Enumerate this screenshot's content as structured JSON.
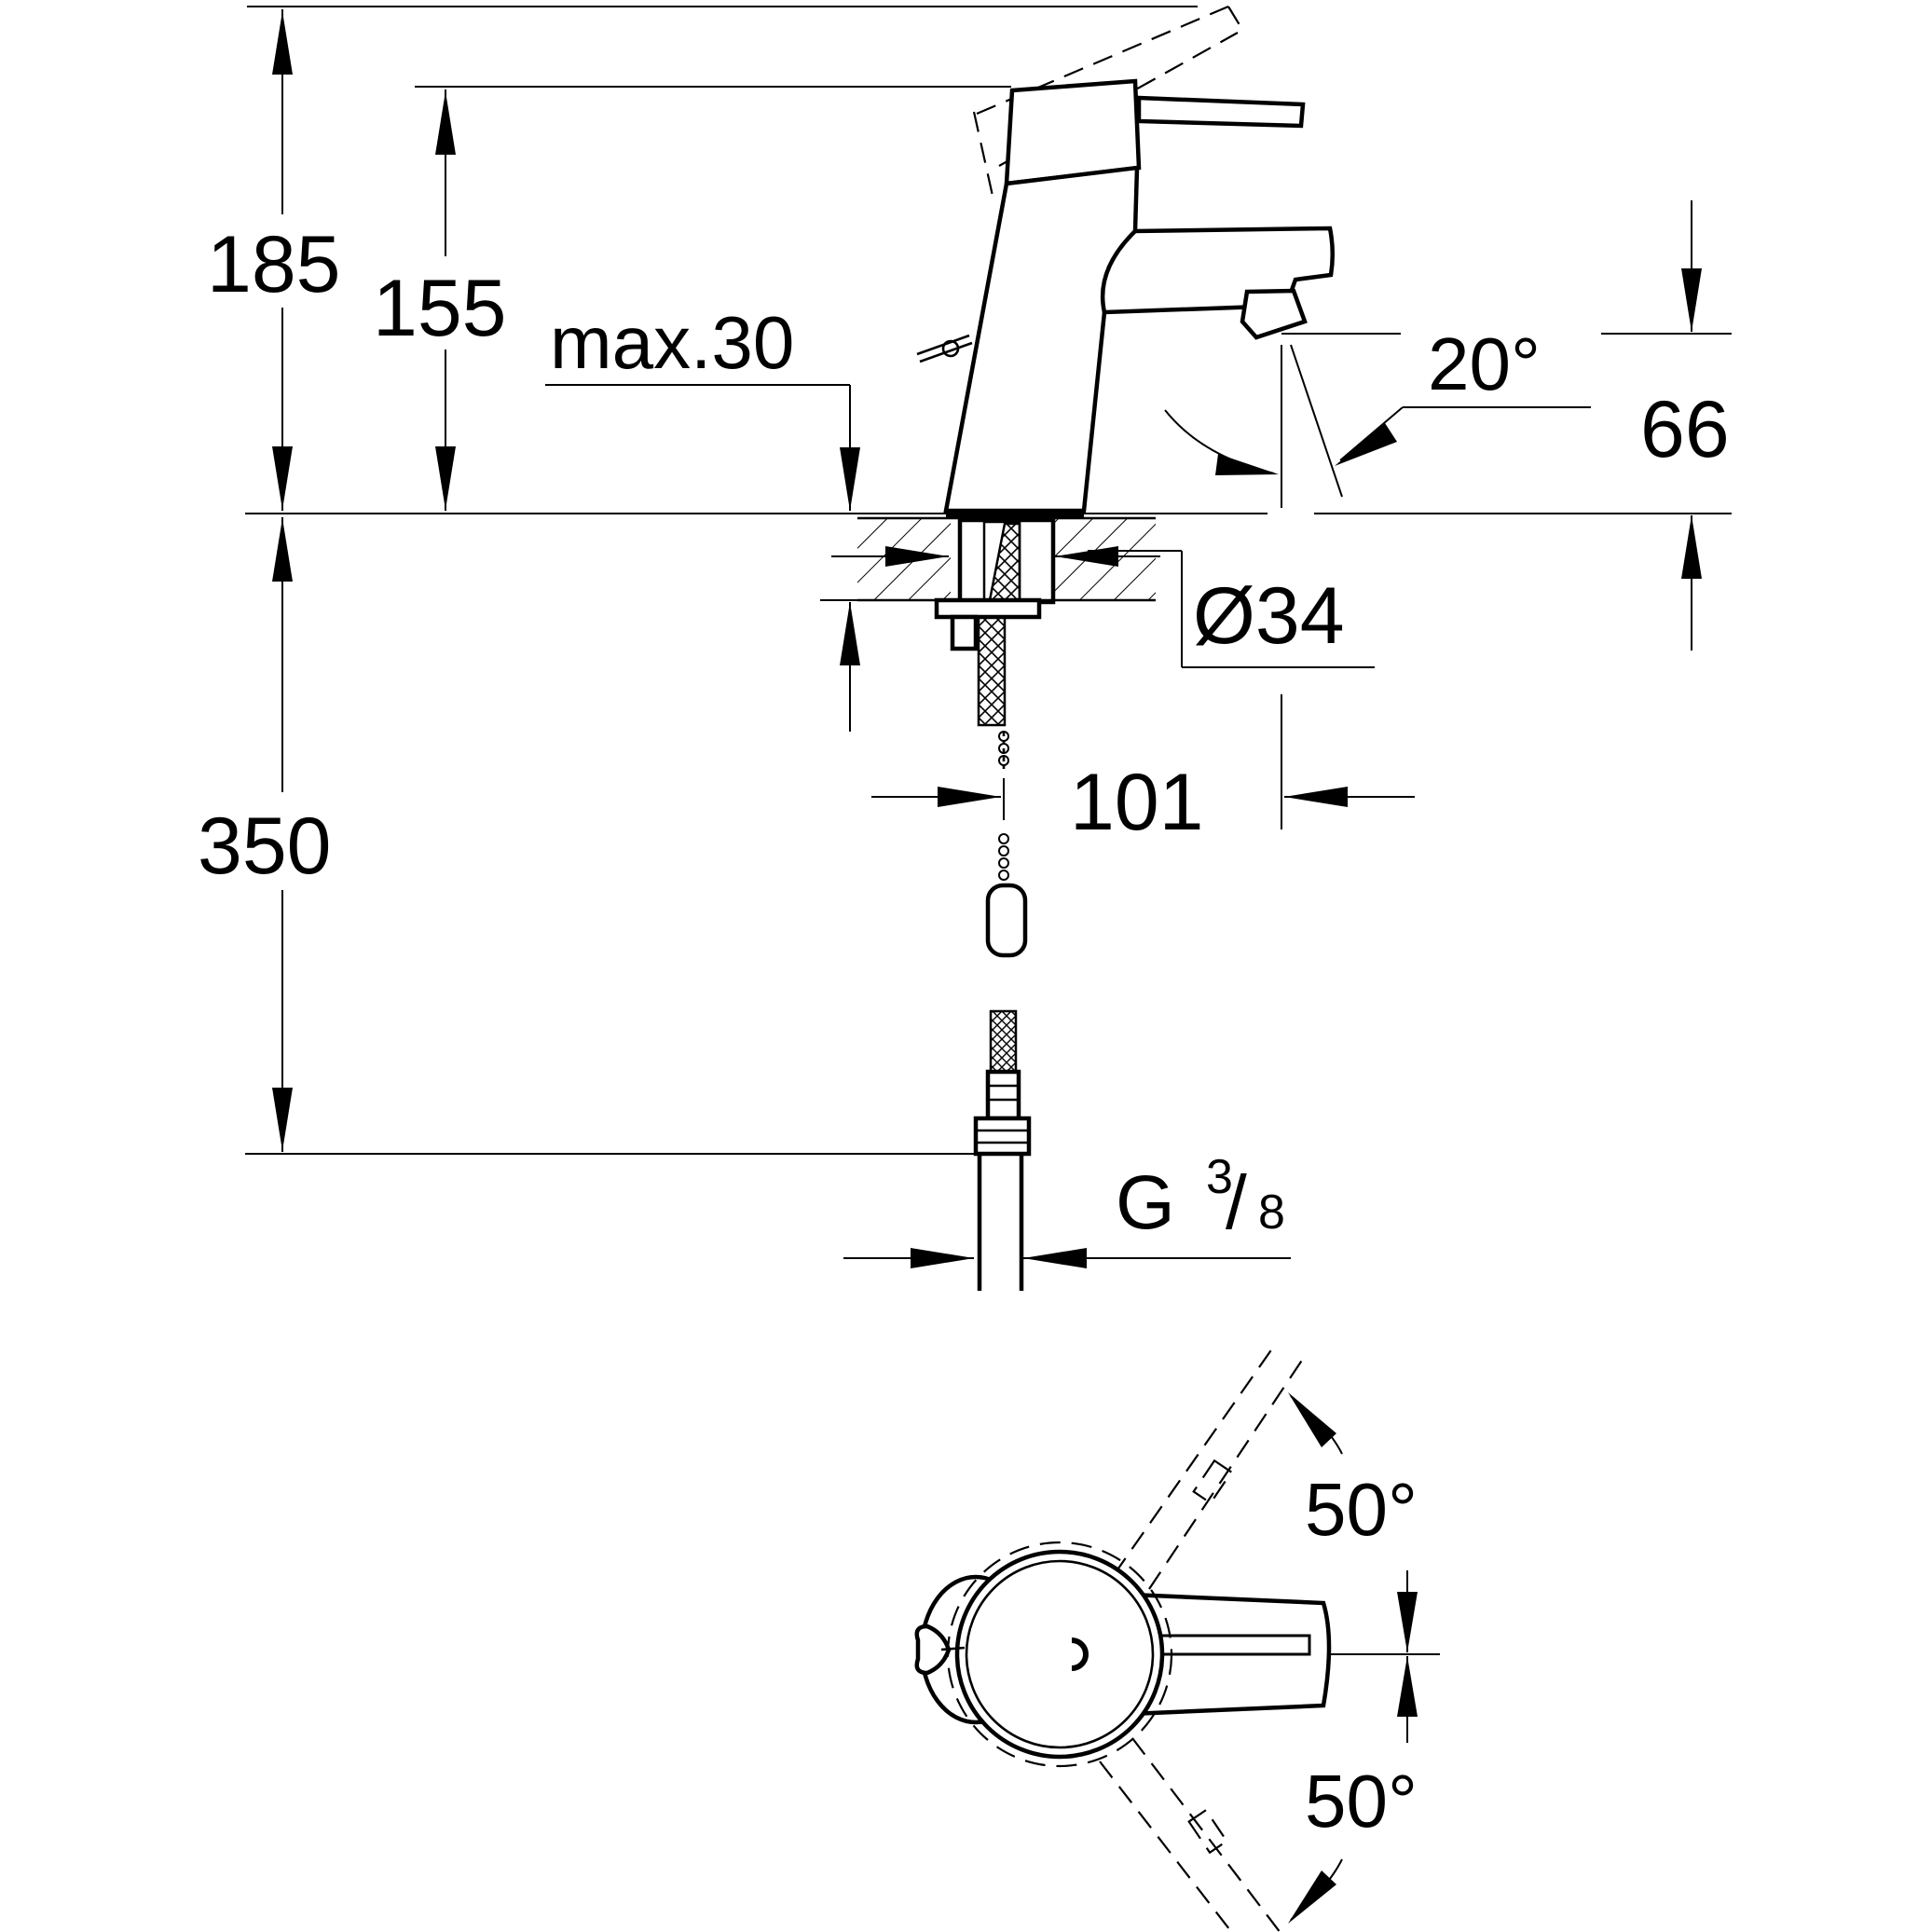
{
  "dimensions": {
    "d185": "185",
    "d155": "155",
    "max30": "max.30",
    "d350": "350",
    "angle20": "20°",
    "d66": "66",
    "dia34": "Ø34",
    "d101": "101",
    "thread_g": "G",
    "thread_num": "3",
    "thread_slash": "/",
    "thread_den": "8",
    "angle50_top": "50°",
    "angle50_bottom": "50°"
  }
}
